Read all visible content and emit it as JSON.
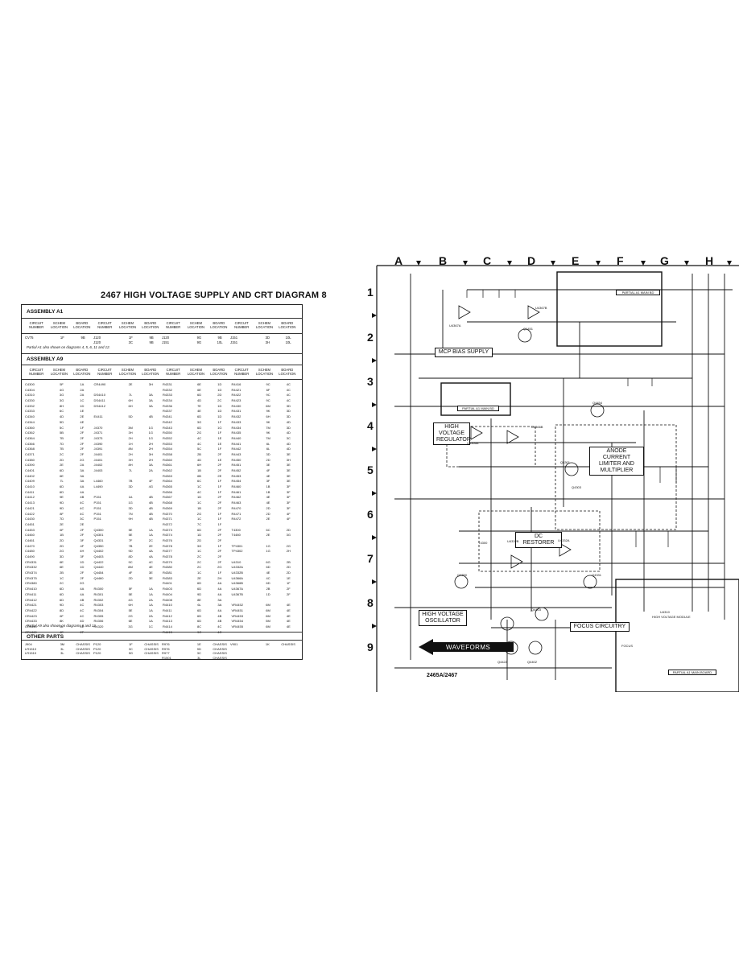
{
  "title": "2467 HIGH VOLTAGE SUPPLY AND CRT DIAGRAM 8",
  "columns": {
    "circuit_number": "CIRCUIT NUMBER",
    "schem_location": "SCHEM LOCATION",
    "board_location": "BOARD LOCATION"
  },
  "assembly_a1": {
    "heading": "ASSEMBLY A1",
    "rows": [
      [
        "CV75",
        "1F",
        "9B"
      ],
      [
        "J120\nJ120",
        "1F\n3C",
        "9B\n9B"
      ],
      [
        "J120\nJ151",
        "9G\n9G",
        "9B\n10L"
      ],
      [
        "J151\nJ151",
        "3D\n3H",
        "10L\n10L"
      ]
    ],
    "note": "Partial A1 also shown on diagrams 4, 5, 6, 11 and 12."
  },
  "assembly_a9": {
    "heading": "ASSEMBLY A9",
    "columns": [
      [
        [
          "C4300",
          "5F",
          "1A"
        ],
        [
          "C4304",
          "4G",
          "2A"
        ],
        [
          "C4310",
          "3G",
          "2A"
        ],
        [
          "C4330",
          "3G",
          "1C"
        ],
        [
          "C4332",
          "8H",
          "1D"
        ],
        [
          "C4333",
          "6C",
          "1E"
        ],
        [
          "C4340",
          "4D",
          "2E"
        ],
        [
          "C4344",
          "5D",
          "4E"
        ],
        [
          "C4360",
          "5C",
          "1F"
        ],
        [
          "C4362",
          "5B",
          "2F"
        ],
        [
          "C4364",
          "7B",
          "2F"
        ],
        [
          "C4366",
          "7D",
          "2F"
        ],
        [
          "C4368",
          "7B",
          "2F"
        ],
        [
          "C4371",
          "2C",
          "2F"
        ],
        [
          "C4380",
          "2D",
          "2G"
        ],
        [
          "C4390",
          "2E",
          "2A"
        ],
        [
          "C4401",
          "6D",
          "3A"
        ],
        [
          "C4402",
          "6E",
          "3A"
        ],
        [
          "C4409",
          "7L",
          "3A"
        ],
        [
          "C4410",
          "6D",
          "4A"
        ],
        [
          "C4411",
          "6D",
          "4A"
        ],
        [
          "C4412",
          "9E",
          "4B"
        ],
        [
          "C4413",
          "9D",
          "4C"
        ],
        [
          "C4421",
          "9D",
          "4C"
        ],
        [
          "C4422",
          "8F",
          "4C"
        ],
        [
          "C4430",
          "7D",
          "3C"
        ],
        [
          "C4451",
          "2E",
          "2E"
        ],
        [
          "C4453",
          "6F",
          "2F"
        ],
        [
          "C4460",
          "1B",
          "2F"
        ],
        [
          "C4461",
          "2D",
          "3F"
        ],
        [
          "C4470",
          "2D",
          "4F"
        ],
        [
          "C4480",
          "2G",
          "4H"
        ],
        [
          "C4490",
          "3D",
          "3F"
        ],
        [
          "CR4331",
          "6E",
          "1D"
        ],
        [
          "CR4332",
          "6E",
          "1D"
        ],
        [
          "CR4374",
          "2B",
          "2F"
        ],
        [
          "CR4375",
          "1C",
          "2F"
        ],
        [
          "CR4380",
          "2C",
          "2G"
        ],
        [
          "CR4410",
          "6D",
          "4A"
        ],
        [
          "CR4411",
          "6D",
          "4A"
        ],
        [
          "CR4412",
          "6D",
          "4B"
        ],
        [
          "CR4421",
          "9D",
          "4C"
        ],
        [
          "CR4422",
          "8D",
          "4C"
        ],
        [
          "CR4423",
          "6F",
          "4C"
        ],
        [
          "CR4433",
          "8K",
          "4D"
        ],
        [
          "CR4440",
          "6L",
          "4E"
        ],
        [
          "CR4460",
          "4E",
          "2F"
        ]
      ],
      [
        [
          "CR4490",
          "2E",
          "3H"
        ],
        [
          "",
          "",
          " "
        ],
        [
          "DS4410",
          "7L",
          "3A"
        ],
        [
          "DS4411",
          "6H",
          "3A"
        ],
        [
          "DS4412",
          "6H",
          "3A"
        ],
        [
          "",
          "",
          " "
        ],
        [
          "E4411",
          "5D",
          "4B"
        ],
        [
          "",
          "",
          " "
        ],
        [
          "J4370",
          "3M",
          "1G"
        ],
        [
          "J4371",
          "3H",
          "1G"
        ],
        [
          "J4373",
          "2H",
          "1G"
        ],
        [
          "J4390",
          "1H",
          "2H"
        ],
        [
          "J4391",
          "8N",
          "2H"
        ],
        [
          "J4401",
          "2H",
          "3H"
        ],
        [
          "J4401",
          "3H",
          "2H"
        ],
        [
          "J4402",
          "8H",
          "3A"
        ],
        [
          "J4403",
          "7L",
          "2A"
        ],
        [
          "",
          "",
          " "
        ],
        [
          "L4460",
          "7B",
          "4F"
        ],
        [
          "L4490",
          "3D",
          "4G"
        ],
        [
          "",
          "",
          " "
        ],
        [
          "P151",
          "1A",
          "4B"
        ],
        [
          "P151",
          "1G",
          "4B"
        ],
        [
          "P151",
          "3D",
          "4B"
        ],
        [
          "P151",
          "7N",
          "4B"
        ],
        [
          "P151",
          "9H",
          "4B"
        ],
        [
          "",
          "",
          " "
        ],
        [
          "Q4300",
          "5E",
          "1A"
        ],
        [
          "Q4301",
          "5E",
          "1A"
        ],
        [
          "Q4331",
          "7F",
          "2C"
        ],
        [
          "Q4350",
          "7B",
          "2E"
        ],
        [
          "Q4402",
          "9D",
          "4A"
        ],
        [
          "Q4403",
          "8D",
          "4A"
        ],
        [
          "Q4422",
          "9C",
          "4C"
        ],
        [
          "Q4440",
          "8M",
          "4E"
        ],
        [
          "Q4454",
          "4F",
          "3E"
        ],
        [
          "Q4460",
          "2D",
          "3E"
        ],
        [
          "",
          "",
          " "
        ],
        [
          "R4300",
          "5F",
          "1A"
        ],
        [
          "R4301",
          "5E",
          "1A"
        ],
        [
          "R4302",
          "4G",
          "2A"
        ],
        [
          "R4303",
          "6H",
          "1A"
        ],
        [
          "R4304",
          "5E",
          "1A"
        ],
        [
          "R4305",
          "2G",
          "2A"
        ],
        [
          "R4306",
          "6E",
          "1A"
        ],
        [
          "R4320",
          "3G",
          "1C"
        ]
      ],
      [
        [
          "R4331",
          "6E",
          "1D"
        ],
        [
          "R4332",
          "6E",
          "1D"
        ],
        [
          "R4333",
          "6D",
          "2D"
        ],
        [
          "R4334",
          "4D",
          "2C"
        ],
        [
          "R4336",
          "7E",
          "1D"
        ],
        [
          "R4337",
          "4E",
          "1D"
        ],
        [
          "R4341",
          "6D",
          "1D"
        ],
        [
          "R4342",
          "3G",
          "1F"
        ],
        [
          "R4343",
          "6D",
          "1G"
        ],
        [
          "R4350",
          "2G",
          "1F"
        ],
        [
          "R4352",
          "4C",
          "1E"
        ],
        [
          "R4353",
          "4C",
          "1E"
        ],
        [
          "R4354",
          "5C",
          "1F"
        ],
        [
          "R4358",
          "2B",
          "2F"
        ],
        [
          "R4360",
          "4D",
          "1E"
        ],
        [
          "R4361",
          "6H",
          "2F"
        ],
        [
          "R4362",
          "1B",
          "2F"
        ],
        [
          "R4363",
          "6B",
          "2E"
        ],
        [
          "R4364",
          "6C",
          "1F"
        ],
        [
          "R4365",
          "1C",
          "1F"
        ],
        [
          "R4366",
          "4C",
          "1F"
        ],
        [
          "R4367",
          "1D",
          "2F"
        ],
        [
          "R4368",
          "1C",
          "2F"
        ],
        [
          "R4369",
          "1B",
          "2F"
        ],
        [
          "R4370",
          "2G",
          "1F"
        ],
        [
          "R4371",
          "1C",
          "1F"
        ],
        [
          "R4372",
          "7C",
          "1F"
        ],
        [
          "R4373",
          "6D",
          "2F"
        ],
        [
          "R4374",
          "1D",
          "2F"
        ],
        [
          "R4376",
          "2D",
          "2F"
        ],
        [
          "R4378",
          "3G",
          "1F"
        ],
        [
          "R4377",
          "1C",
          "2F"
        ],
        [
          "R4378",
          "2C",
          "2F"
        ],
        [
          "R4379",
          "2C",
          "2F"
        ],
        [
          "R4380",
          "2C",
          "2G"
        ],
        [
          "R4381",
          "1C",
          "1F"
        ],
        [
          "R4383",
          "2E",
          "2H"
        ],
        [
          "R4401",
          "6D",
          "4A"
        ],
        [
          "R4403",
          "6D",
          "4A"
        ],
        [
          "R4404",
          "9D",
          "4A"
        ],
        [
          "R4408",
          "8E",
          "3A"
        ],
        [
          "R4410",
          "6L",
          "3A"
        ],
        [
          "R4411",
          "6D",
          "4A"
        ],
        [
          "R4412",
          "6D",
          "4B"
        ],
        [
          "R4413",
          "6D",
          "4B"
        ],
        [
          "R4414",
          "8C",
          "4C"
        ],
        [
          "R4415",
          "9C",
          "4C"
        ]
      ],
      [
        [
          "R4416",
          "9C",
          "4C"
        ],
        [
          "R4421",
          "6F",
          "4C"
        ],
        [
          "R4422",
          "9C",
          "4C"
        ],
        [
          "R4423",
          "9C",
          "4C"
        ],
        [
          "R4430",
          "6M",
          "3D"
        ],
        [
          "R4431",
          "9K",
          "3D"
        ],
        [
          "R4432",
          "6H",
          "3D"
        ],
        [
          "R4433",
          "9K",
          "4D"
        ],
        [
          "R4434",
          "7M",
          "3D"
        ],
        [
          "R4435",
          "9K",
          "4D"
        ],
        [
          "R4440",
          "7M",
          "3C"
        ],
        [
          "R4441",
          "6L",
          "4D"
        ],
        [
          "R4442",
          "6L",
          "4D"
        ],
        [
          "R4443",
          "3D",
          "3E"
        ],
        [
          "R4450",
          "2D",
          "3H"
        ],
        [
          "R4451",
          "3E",
          "3E"
        ],
        [
          "R4452",
          "4F",
          "3E"
        ],
        [
          "R4453",
          "4E",
          "3E"
        ],
        [
          "R4454",
          "3F",
          "3E"
        ],
        [
          "R4460",
          "1B",
          "3F"
        ],
        [
          "R4461",
          "1B",
          "3F"
        ],
        [
          "R4462",
          "4E",
          "3F"
        ],
        [
          "R4463",
          "4E",
          "3F"
        ],
        [
          "R4470",
          "2D",
          "3F"
        ],
        [
          "R4471",
          "2D",
          "4F"
        ],
        [
          "R4472",
          "2E",
          "4F"
        ],
        [
          "",
          "",
          " "
        ],
        [
          "T4300",
          "6C",
          "2D"
        ],
        [
          "T4480",
          "2E",
          "3G"
        ],
        [
          "",
          "",
          " "
        ],
        [
          "TP4301",
          "1G",
          "2G"
        ],
        [
          "TP4302",
          "1G",
          "2H"
        ],
        [
          "",
          "",
          " "
        ],
        [
          "U4310",
          "6G",
          "2B"
        ],
        [
          "U4332A",
          "6D",
          "2D"
        ],
        [
          "U4332B",
          "4E",
          "2D"
        ],
        [
          "U4366A",
          "4C",
          "1E"
        ],
        [
          "U4366B",
          "6D",
          "1F"
        ],
        [
          "U4367A",
          "2B",
          "2F"
        ],
        [
          "U4367B",
          "1D",
          "2F"
        ],
        [
          "",
          "",
          " "
        ],
        [
          "VR4452",
          "6M",
          "4E"
        ],
        [
          "VR4451",
          "6M",
          "4E"
        ],
        [
          "VR4453",
          "6M",
          "4E"
        ],
        [
          "VR4454",
          "5M",
          "4E"
        ],
        [
          "VR4455",
          "6M",
          "4E"
        ]
      ]
    ],
    "note": "Partial A9 also shown on diagrams 6 and 12."
  },
  "other_parts": {
    "heading": "OTHER PARTS",
    "rows": [
      [
        [
          "J904",
          "3M",
          "CHASSIS"
        ],
        [
          "LR1513",
          "3L",
          "CHASSIS"
        ],
        [
          "LR1519",
          "3L",
          "CHASSIS"
        ]
      ],
      [
        [
          "P120",
          "1F",
          "CHASSIS"
        ],
        [
          "P120",
          "3C",
          "CHASSIS"
        ],
        [
          "P120",
          "9G",
          "CHASSIS"
        ]
      ],
      [
        [
          "R976",
          "1E",
          "CHASSIS"
        ],
        [
          "R976",
          "9D",
          "CHASSIS"
        ],
        [
          "R977",
          "3C",
          "CHASSIS"
        ],
        [
          "R1501",
          "3L",
          "CHASSIS"
        ]
      ],
      [
        [
          "V901",
          "1K",
          "CHASSIS"
        ]
      ]
    ]
  },
  "schematic": {
    "grid_letters": [
      "A",
      "B",
      "C",
      "D",
      "E",
      "F",
      "G",
      "H"
    ],
    "grid_numbers": [
      "1",
      "2",
      "3",
      "4",
      "5",
      "6",
      "7",
      "8",
      "9"
    ],
    "blocks": {
      "mcp_bias": "MCP BIAS SUPPLY",
      "hv_regulator": "HIGH\nVOLTAGE\nREGULATOR",
      "anode": "ANODE CURRENT\nLIMITER AND\nMULTIPLIER",
      "dc_restorer": "DC RESTORER",
      "hv_oscillator": "HIGH VOLTAGE\nOSCILLATOR",
      "focus": "FOCUS CIRCUITRY",
      "partial_a1_top": "PARTIAL A1 MAIN BD",
      "partial_a1_mid": "PARTIAL A1 MAIN BD",
      "partial_a1_bottom": "PARTIAL A1 MAIN BOARD"
    },
    "waveforms_label": "WAVEFORMS",
    "diagram_number": "2465A/2467",
    "labels": {
      "u4367a": "U4367A",
      "u4367b": "U4367B",
      "q4451": "Q4451",
      "q4454": "Q4454",
      "u4366a": "U4366A",
      "u4366b": "U4366B",
      "q4301": "Q4301",
      "q4303": "Q4303",
      "u4332b": "U4332B",
      "u4332a": "U4332A",
      "q4350": "Q4350",
      "q4331": "Q4331",
      "q4403": "Q4403",
      "q4402": "Q4402",
      "q4422": "Q4422",
      "u4310": "U4310",
      "focus": "FOCUS",
      "t4300": "T4300",
      "hv_module": "HIGH VOLTAGE MODULE"
    }
  }
}
